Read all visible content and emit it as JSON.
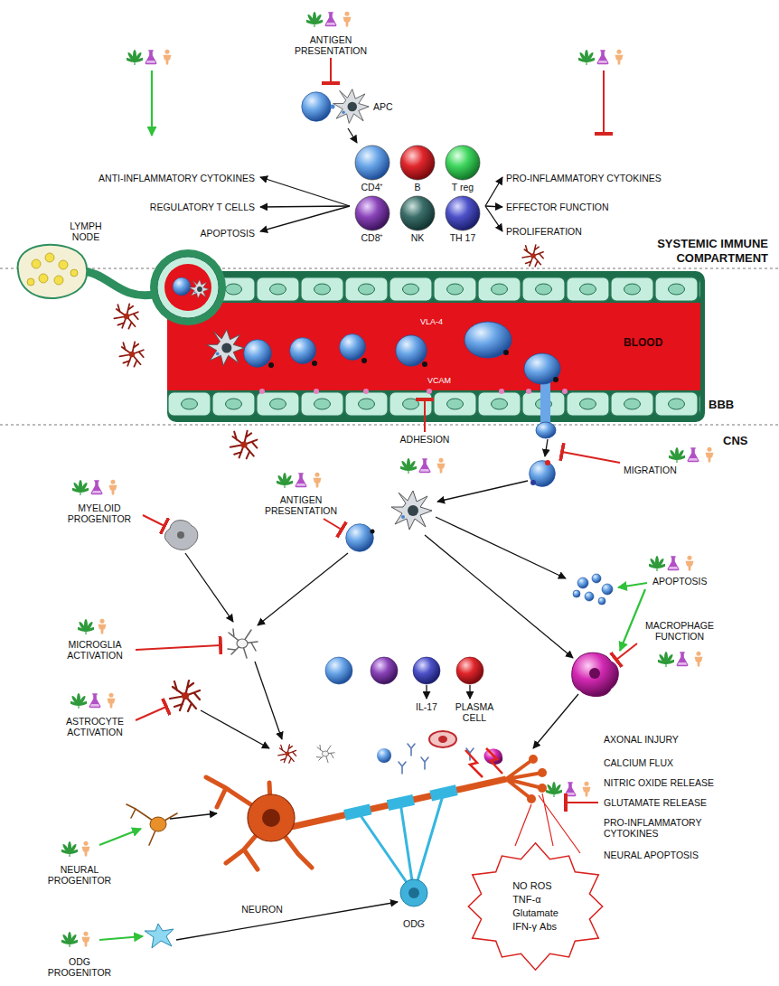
{
  "diagram": {
    "nodes": [
      {
        "text": [
          "CD4⁺"
        ]
      },
      {
        "text": [
          "B"
        ]
      },
      {
        "text": [
          "T reg"
        ]
      },
      {
        "text": [
          "CD8⁺"
        ]
      },
      {
        "text": [
          "NK"
        ]
      },
      {
        "text": [
          "TH 17"
        ]
      },
      {
        "text": [
          "NO ROS TNF-α Glutamate IFN-γ Abs"
        ]
      }
    ],
    "labels": [
      "ANTIGEN PRESENTATION",
      "APC",
      "ANTI-INFLAMMATORY CYTOKINES",
      "PRO-INFLAMMATORY CYTOKINES",
      "REGULATORY T CELLS",
      "EFFECTOR FUNCTION",
      "APOPTOSIS",
      "PROLIFERATION",
      "LYMPH NODE",
      "SYSTEMIC IMMUNE COMPARTMENT",
      "VLA-4",
      "BLOOD",
      "VCAM",
      "BBB",
      "CNS",
      "ADHESION",
      "MIGRATION",
      "MYELOID PROGENITOR",
      "ANTIGEN PRESENTATION",
      "APOPTOSIS",
      "MICROGLIA ACTIVATION",
      "MACROPHAGE FUNCTION",
      "ASTROCYTE ACTIVATION",
      "IL-17",
      "PLASMA CELL",
      "AXONAL INJURY",
      "CALCIUM FLUX",
      "NITRIC OXIDE RELEASE",
      "GLUTAMATE RELEASE",
      "PRO-INFLAMMATORY CYTOKINES",
      "NEURAL APOPTOSIS",
      "NEURAL PROGENITOR",
      "NEURON",
      "ODG",
      "ODG PROGENITOR"
    ]
  }
}
